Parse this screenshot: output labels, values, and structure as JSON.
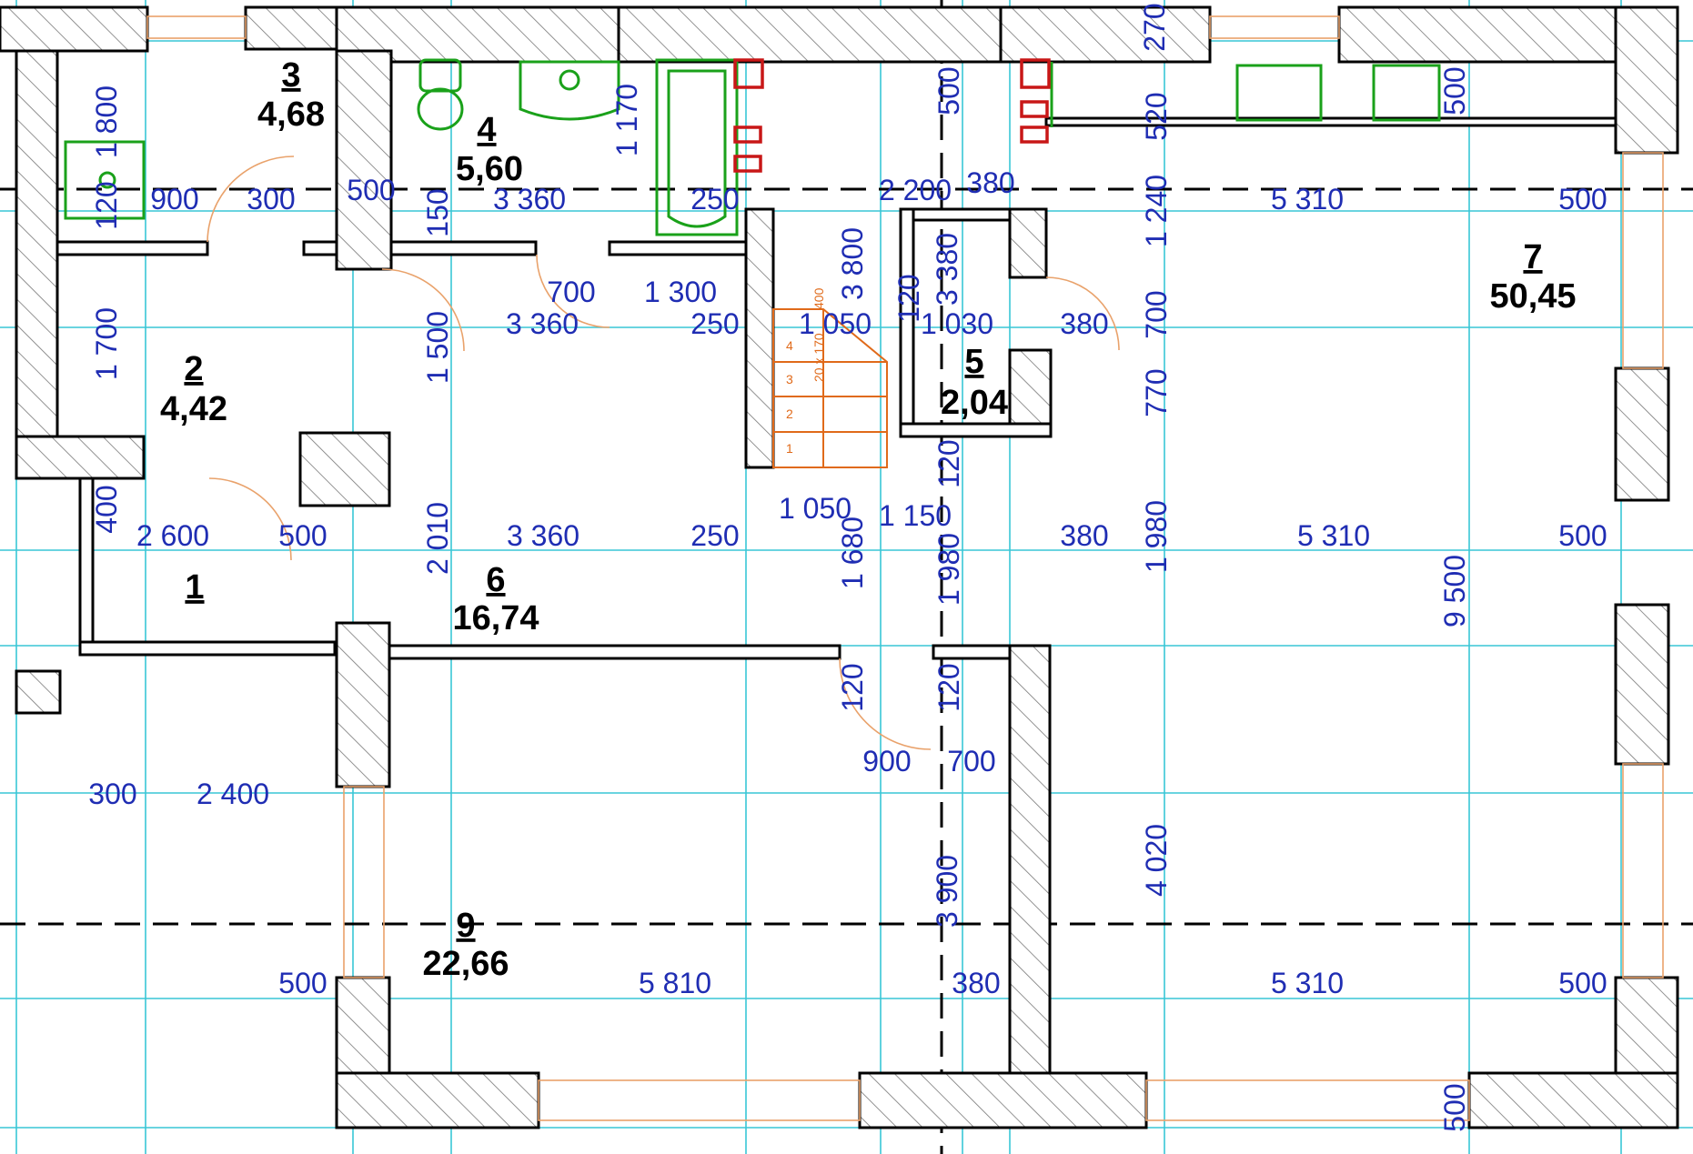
{
  "rooms": [
    {
      "num": "1",
      "area": ""
    },
    {
      "num": "2",
      "area": "4,42"
    },
    {
      "num": "3",
      "area": "4,68"
    },
    {
      "num": "4",
      "area": "5,60"
    },
    {
      "num": "5",
      "area": "2,04"
    },
    {
      "num": "6",
      "area": "16,74"
    },
    {
      "num": "7",
      "area": "50,45"
    },
    {
      "num": "9",
      "area": "22,66"
    }
  ],
  "dims_horizontal": [
    "900",
    "300",
    "500",
    "3 360",
    "250",
    "2 200",
    "380",
    "5 310",
    "500",
    "700",
    "1 300",
    "3 360",
    "250",
    "1 050",
    "1 030",
    "380",
    "2 600",
    "500",
    "3 360",
    "250",
    "1 050",
    "1 150",
    "380",
    "5 310",
    "500",
    "300",
    "2 400",
    "900",
    "700",
    "500",
    "5 810",
    "380",
    "5 310",
    "500"
  ],
  "dims_vertical": [
    "1 800",
    "120",
    "1 170",
    "150",
    "500",
    "3 800",
    "3 380",
    "520",
    "270",
    "1 240",
    "500",
    "1 700",
    "1 500",
    "120",
    "700",
    "770",
    "400",
    "2 010",
    "120",
    "1 680",
    "1 980",
    "1 980",
    "9 500",
    "120",
    "120",
    "3 900",
    "4 020",
    "500"
  ],
  "stairs": {
    "steps": [
      "1",
      "2",
      "3",
      "4"
    ],
    "label_a": "20 x 170",
    "label_b": "400"
  }
}
